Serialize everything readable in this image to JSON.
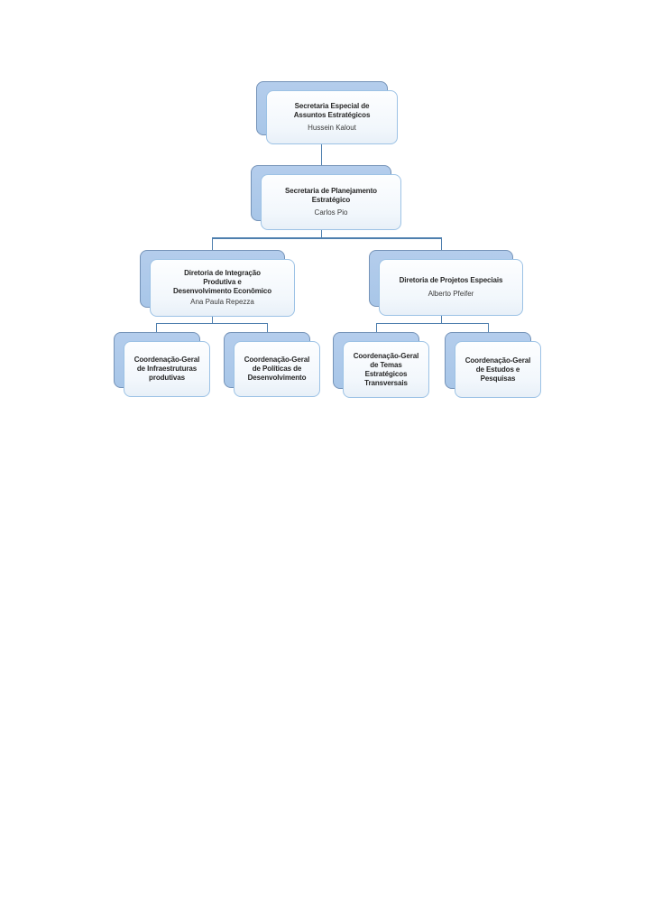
{
  "colors": {
    "node_back_fill_top": "#b4cdec",
    "node_back_fill": "#a8c6e8",
    "node_back_border": "#7593b8",
    "node_front_border": "#9cc2e5",
    "connector": "#4e7fae",
    "title_text": "#262626",
    "name_text": "#3a3a3a",
    "page_bg": "#ffffff"
  },
  "chart": {
    "type": "org-chart",
    "nodes": [
      {
        "id": "secretaria-especial",
        "level": 1,
        "parent": null,
        "title": "Secretaria Especial de\nAssuntos Estratégicos",
        "person": "Hussein Kalout"
      },
      {
        "id": "secretaria-planejamento",
        "level": 2,
        "parent": "secretaria-especial",
        "title": "Secretaria de Planejamento\nEstratégico",
        "person": "Carlos Pio"
      },
      {
        "id": "diretoria-integracao",
        "level": 3,
        "parent": "secretaria-planejamento",
        "title": "Diretoria de Integração\nProdutiva e\nDesenvolvimento Econômico",
        "person": "Ana Paula Repezza"
      },
      {
        "id": "diretoria-projetos",
        "level": 3,
        "parent": "secretaria-planejamento",
        "title": "Diretoria de Projetos Especiais",
        "person": "Alberto Pfeifer"
      },
      {
        "id": "cg-infraestruturas",
        "level": 4,
        "parent": "diretoria-integracao",
        "title": "Coordenação-Geral\nde Infraestruturas\nprodutivas",
        "person": ""
      },
      {
        "id": "cg-politicas",
        "level": 4,
        "parent": "diretoria-integracao",
        "title": "Coordenação-Geral\nde Políticas de\nDesenvolvimento",
        "person": ""
      },
      {
        "id": "cg-temas",
        "level": 4,
        "parent": "diretoria-projetos",
        "title": "Coordenação-Geral\nde Temas\nEstratégicos\nTransversais",
        "person": ""
      },
      {
        "id": "cg-estudos",
        "level": 4,
        "parent": "diretoria-projetos",
        "title": "Coordenação-Geral\nde Estudos e\nPesquisas",
        "person": ""
      }
    ]
  }
}
